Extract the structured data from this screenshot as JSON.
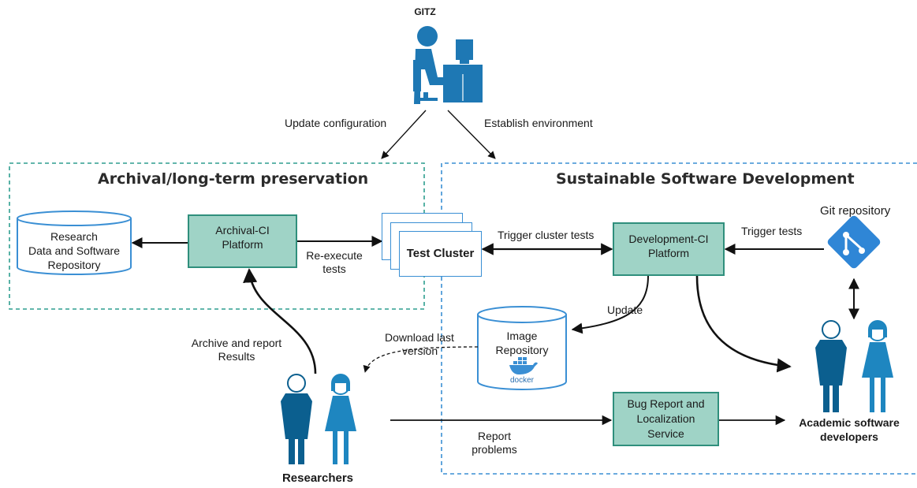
{
  "org": {
    "label": "GITZ"
  },
  "top_labels": {
    "update_configuration": "Update configuration",
    "establish_environment": "Establish environment"
  },
  "sections": {
    "archival": "Archival/long-term preservation",
    "sustainable": "Sustainable Software Development"
  },
  "nodes": {
    "research_repo": {
      "line1": "Research",
      "line2": "Data and Software",
      "line3": "Repository"
    },
    "archival_ci": {
      "line1": "Archival-CI",
      "line2": "Platform"
    },
    "test_cluster": {
      "label": "Test Cluster"
    },
    "development_ci": {
      "line1": "Development-CI",
      "line2": "Platform"
    },
    "git_repository": {
      "label": "Git repository"
    },
    "image_repository": {
      "line1": "Image",
      "line2": "Repository",
      "logo_text": "docker"
    },
    "bug_report": {
      "line1": "Bug Report and",
      "line2": "Localization",
      "line3": "Service"
    }
  },
  "edge_labels": {
    "reexecute": {
      "line1": "Re-execute",
      "line2": "tests"
    },
    "trigger_cluster": "Trigger cluster tests",
    "trigger_tests": "Trigger tests",
    "update": "Update",
    "archive_report": {
      "line1": "Archive and report",
      "line2": "Results"
    },
    "download": {
      "line1": "Download last",
      "line2": "version"
    },
    "report_problems": {
      "line1": "Report",
      "line2": "problems"
    }
  },
  "actors": {
    "researchers": "Researchers",
    "developers": {
      "line1": "Academic software",
      "line2": "developers"
    }
  },
  "colors": {
    "platform_fill": "#9fd3c6",
    "platform_border": "#2f8f7c",
    "archival_border": "#2e9e8f",
    "sustainable_border": "#3a8fd4",
    "person_dark": "#0b5f8f",
    "person_light": "#1e86c0",
    "git_blue": "#2f86d6"
  }
}
